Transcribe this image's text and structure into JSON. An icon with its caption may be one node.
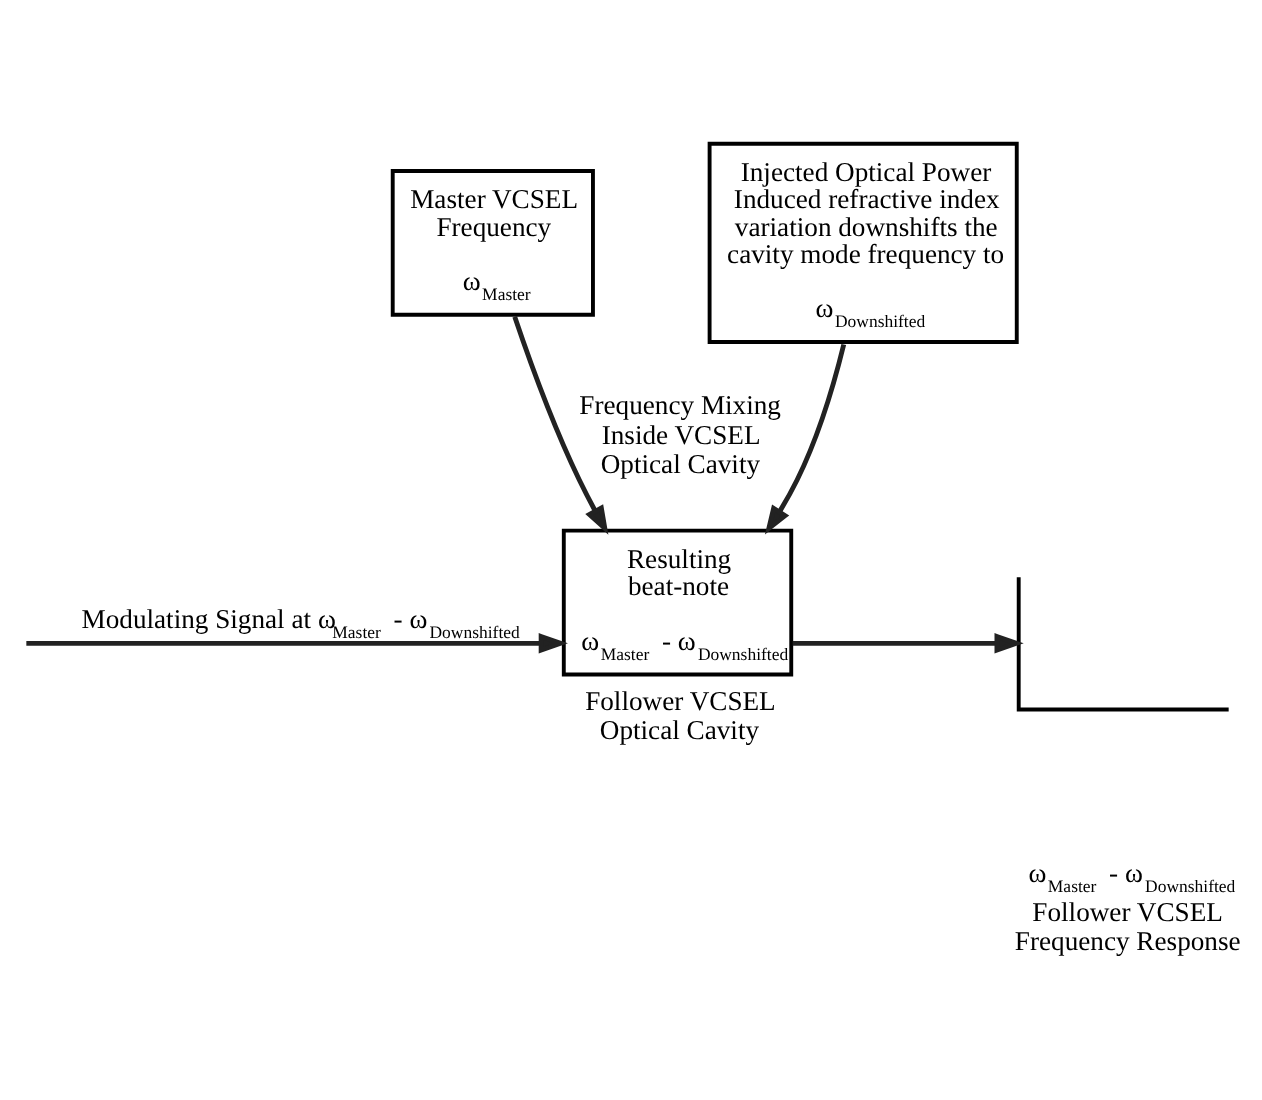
{
  "diagram": {
    "nodes": [
      {
        "text": [
          "Master VCSEL Frequency",
          "ω$_{Master}$"
        ]
      },
      {
        "text": [
          "Injected Optical Power Induced refractive index variation downshifts the cavity mode frequency to",
          "ω$_{Downshifted}$"
        ]
      },
      {
        "text": [
          "Resulting beat-note",
          "ω$_{Master}$ - ω$_{Downshifted}$"
        ],
        "beside": [
          "Follower VCSEL Optical Cavity"
        ]
      },
      {
        "text": [],
        "shape": "picture",
        "beside": [
          "ω$_{Master}$ - ω$_{Downshifted}$",
          "Follower VCSEL Frequency Response"
        ]
      }
    ],
    "edges": [
      {
        "from": 0,
        "to": 2,
        "arrow": "to",
        "label": "Frequency Mixing Inside VCSEL Optical Cavity"
      },
      {
        "from": 1,
        "to": 2,
        "arrow": "to"
      },
      {
        "from": null,
        "to": 2,
        "arrow": "to",
        "label": "Modulating Signal at ω$_{Master}$ - ω$_{Downshifted}$"
      },
      {
        "from": 2,
        "to": 3,
        "arrow": "to"
      }
    ]
  }
}
